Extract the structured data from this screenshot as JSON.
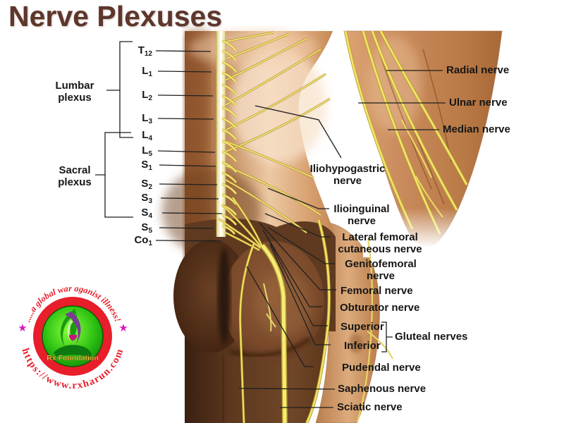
{
  "title": "Nerve Plexuses",
  "plexuses": {
    "lumbar": [
      "Lumbar",
      "plexus"
    ],
    "sacral": [
      "Sacral",
      "plexus"
    ]
  },
  "spine_levels": [
    {
      "main": "T",
      "sub": "12"
    },
    {
      "main": "L",
      "sub": "1"
    },
    {
      "main": "L",
      "sub": "2"
    },
    {
      "main": "L",
      "sub": "3"
    },
    {
      "main": "L",
      "sub": "4"
    },
    {
      "main": "L",
      "sub": "5"
    },
    {
      "main": "S",
      "sub": "1"
    },
    {
      "main": "S",
      "sub": "2"
    },
    {
      "main": "S",
      "sub": "3"
    },
    {
      "main": "S",
      "sub": "4"
    },
    {
      "main": "S",
      "sub": "5"
    },
    {
      "main": "Co",
      "sub": "1"
    }
  ],
  "arm_nerves": [
    "Radial nerve",
    "Ulnar nerve",
    "Median nerve"
  ],
  "nerves": {
    "iliohypogastric": [
      "Iliohypogastric",
      "nerve"
    ],
    "ilioinguinal": [
      "Ilioinguinal",
      "nerve"
    ],
    "lateral_femoral": [
      "Lateral femoral",
      "cutaneous nerve"
    ],
    "genitofemoral": [
      "Genitofemoral",
      "nerve"
    ],
    "femoral": "Femoral nerve",
    "obturator": "Obturator nerve",
    "gluteal_superior": "Superior",
    "gluteal_inferior": "Inferior",
    "gluteal_group": "Gluteal nerves",
    "pudendal": "Pudendal nerve",
    "saphenous": "Saphenous nerve",
    "sciatic": "Sciatic nerve"
  },
  "logo": {
    "arc_top": ".....a global war aganist illness!",
    "arc_bottom": "https://www.rxharun.com",
    "foundation": "Rx Foundation",
    "star": "★"
  },
  "colors": {
    "title": "#5d362c",
    "label": "#161616",
    "nerve_yellow": "#f2ea6e",
    "logo_red": "#e81e2a",
    "logo_green_bright": "#6ef52a",
    "logo_green_dark": "#0d7a08",
    "star_magenta": "#d619b9",
    "foundation_gold": "#ffd24a"
  }
}
